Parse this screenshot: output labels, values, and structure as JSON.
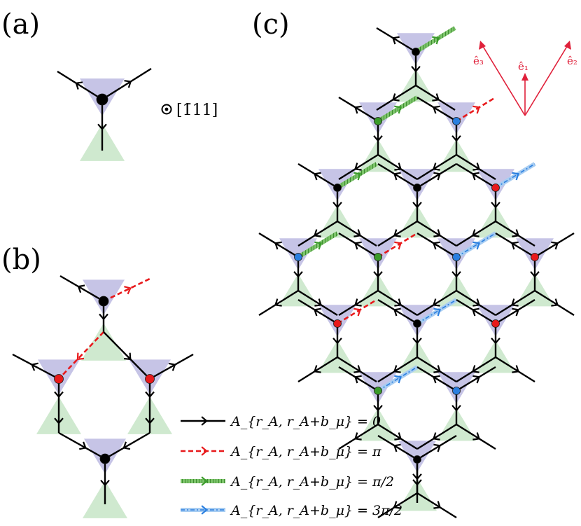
{
  "panels": [
    {
      "label": "(a)"
    },
    {
      "label": "(b)"
    },
    {
      "label": "(c)"
    }
  ],
  "direction_label": "[1̄11]",
  "basis_vectors": [
    "ê₃",
    "ê₁",
    "ê₂"
  ],
  "legend": [
    {
      "style": "solid",
      "color": "#000000",
      "text": "A_{r_A, r_A+b_μ} = 0"
    },
    {
      "style": "dashed",
      "color": "#e8191b",
      "text": "A_{r_A, r_A+b_μ} = π"
    },
    {
      "style": "hatched",
      "color": "#3a9b2a",
      "text": "A_{r_A, r_A+b_μ} = π/2"
    },
    {
      "style": "dashdot",
      "color": "#2a7fe0",
      "text": "A_{r_A, r_A+b_μ} = 3π/2"
    }
  ],
  "colors": {
    "bond": "#000000",
    "pi": "#e8191b",
    "half_pi": "#3a9b2a",
    "three_half_pi": "#2a7fe0",
    "purple_tetra": "#b3b0dd",
    "green_tetra": "#c3e3c3",
    "vector": "#e0203a",
    "node_black": "#000000",
    "node_red": "#e8191b",
    "node_green": "#3a9b2a",
    "node_blue": "#2a7fe0"
  },
  "legend_labels": {
    "l0": "A",
    "sub": "rA,rA+bμ"
  }
}
